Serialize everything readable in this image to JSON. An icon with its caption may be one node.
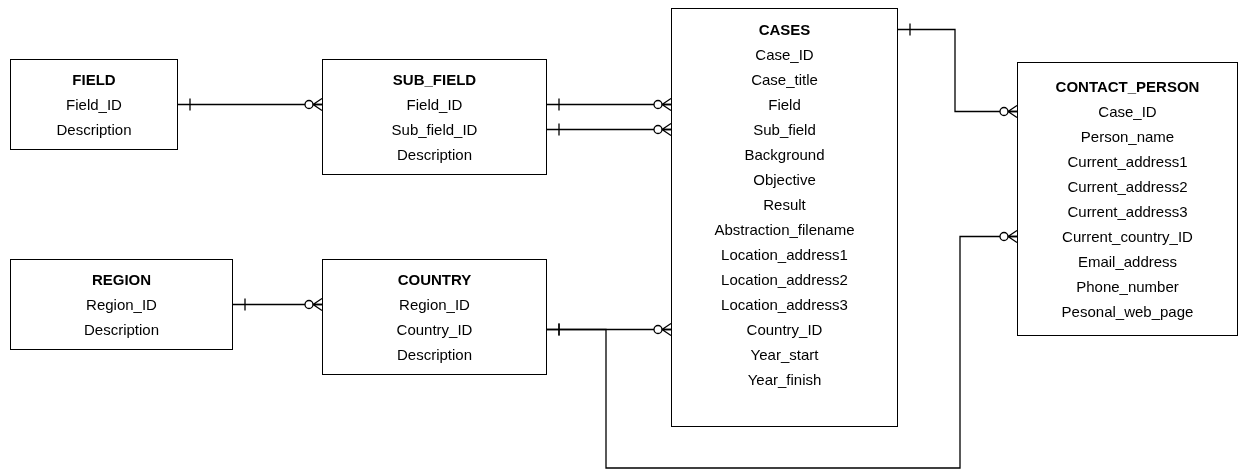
{
  "diagram": {
    "nodes": [
      {
        "text": [
          "FIELD",
          "Field_ID",
          "Description"
        ]
      },
      {
        "text": [
          "SUB_FIELD",
          "Field_ID",
          "Sub_field_ID",
          "Description"
        ]
      },
      {
        "text": [
          "CASES",
          "Case_ID",
          "Case_title",
          "Field",
          "Sub_field",
          "Background",
          "Objective",
          "Result",
          "Abstraction_filename",
          "Location_address1",
          "Location_address2",
          "Location_address3",
          "Country_ID",
          "Year_start",
          "Year_finish"
        ]
      },
      {
        "text": [
          "CONTACT_PERSON",
          "Case_ID",
          "Person_name",
          "Current_address1",
          "Current_address2",
          "Current_address3",
          "Current_country_ID",
          "Email_address",
          "Phone_number",
          "Pesonal_web_page"
        ]
      },
      {
        "text": [
          "REGION",
          "Region_ID",
          "Description"
        ]
      },
      {
        "text": [
          "COUNTRY",
          "Region_ID",
          "Country_ID",
          "Description"
        ]
      }
    ],
    "edges": [
      {
        "from": 0,
        "to": 1,
        "arrow": "other"
      },
      {
        "from": 1,
        "to": 2,
        "arrow": "other"
      },
      {
        "from": 1,
        "to": 2,
        "arrow": "other"
      },
      {
        "from": 2,
        "to": 3,
        "arrow": "other"
      },
      {
        "from": 4,
        "to": 5,
        "arrow": "other"
      },
      {
        "from": 5,
        "to": 2,
        "arrow": "other"
      },
      {
        "from": 5,
        "to": 3,
        "arrow": "other"
      }
    ]
  }
}
